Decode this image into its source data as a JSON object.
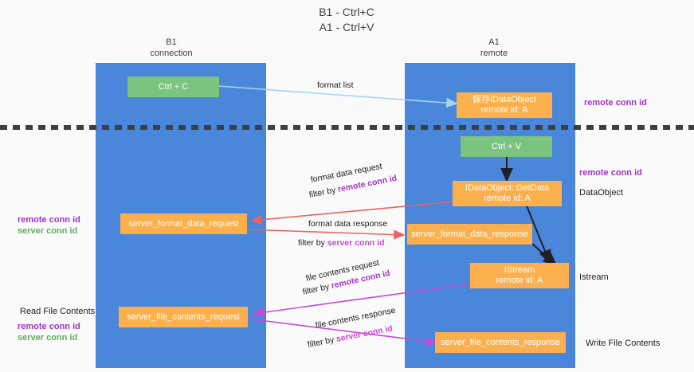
{
  "title": "B1 - Ctrl+C\nA1 - Ctrl+V",
  "colors": {
    "panel_blue": "#4a86d9",
    "node_green": "#7ac47f",
    "node_orange": "#fbb04d",
    "remote_conn_id": "#a334c7",
    "server_conn_id_green": "#5fae63",
    "server_conn_id_purple": "#c44bd4",
    "background": "#fafafa",
    "dashed_line": "#3c4043",
    "arrow_format_list": "#a8d4f0",
    "arrow_format_data": "#e8655f",
    "arrow_file_contents": "#c44bd4",
    "arrow_black": "#202124"
  },
  "columns": [
    {
      "name": "b1",
      "heading": "B1\nconnection"
    },
    {
      "name": "a1",
      "heading": "A1\nremote"
    }
  ],
  "nodes": [
    {
      "id": "ctrl-c",
      "line1": "Ctrl + C",
      "line2": "",
      "kind": "green"
    },
    {
      "id": "save-idataobject",
      "line1": "保存IDataObject",
      "line2": "remote id: A",
      "kind": "orange"
    },
    {
      "id": "ctrl-v",
      "line1": "Ctrl + V",
      "line2": "",
      "kind": "green"
    },
    {
      "id": "idataobject-getdata",
      "line1": "IDataObject::GetData",
      "line2": "remote id: A",
      "kind": "orange"
    },
    {
      "id": "server-format-data-request",
      "line1": "server_format_data_request",
      "line2": "",
      "kind": "orange"
    },
    {
      "id": "server-format-data-response",
      "line1": "server_format_data_response",
      "line2": "",
      "kind": "orange"
    },
    {
      "id": "istream",
      "line1": "IStream",
      "line2": "remote id: A",
      "kind": "orange"
    },
    {
      "id": "server-file-contents-request",
      "line1": "server_file_contents_request",
      "line2": "",
      "kind": "orange"
    },
    {
      "id": "server-file-contents-response",
      "line1": "server_file_contents_response",
      "line2": "",
      "kind": "orange"
    }
  ],
  "edge_labels": {
    "format_list": "format list",
    "format_data_request": "format data request",
    "format_data_filter_prefix": "filter by ",
    "format_data_filter_key": "remote conn id",
    "format_data_response": "format data response",
    "format_response_filter_prefix": "filter by ",
    "format_response_filter_key": "server conn id",
    "file_contents_request": "file contents request",
    "file_request_filter_prefix": "filter by ",
    "file_request_filter_key": "remote conn id",
    "file_contents_response": "file contents response",
    "file_response_filter_prefix": "filter by ",
    "file_response_filter_key": "server conn id"
  },
  "right_labels": {
    "remote_conn_id_top": "remote conn id",
    "remote_conn_id_mid": "remote conn id",
    "dataobject": "DataObject",
    "istream": "Istream",
    "write_file_contents": "Write File Contents"
  },
  "left_labels": {
    "remote_conn_id_mid": "remote conn id",
    "server_conn_id_mid": "server conn id",
    "read_file_contents": "Read File Contents",
    "remote_conn_id_bottom": "remote conn id",
    "server_conn_id_bottom": "server conn id"
  }
}
